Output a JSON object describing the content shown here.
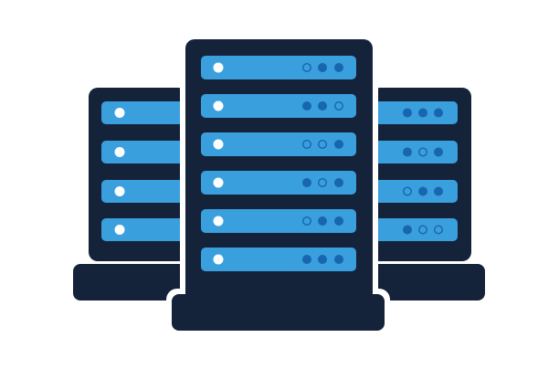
{
  "illustration": {
    "icon": "server-rack-icon",
    "colors": {
      "cabinet": "#14223a",
      "slot": "#3a9fdd",
      "dot": "#1865b0",
      "led_on": "#ffffff",
      "background": "#ffffff"
    },
    "racks": [
      {
        "name": "left-server-rack",
        "slots": [
          {
            "led": true,
            "dots": []
          },
          {
            "led": true,
            "dots": []
          },
          {
            "led": true,
            "dots": []
          },
          {
            "led": true,
            "dots": []
          }
        ]
      },
      {
        "name": "center-server-rack",
        "slots": [
          {
            "led": true,
            "dots": [
              "outline",
              "filled",
              "filled"
            ]
          },
          {
            "led": true,
            "dots": [
              "filled",
              "filled",
              "outline"
            ]
          },
          {
            "led": true,
            "dots": [
              "outline",
              "outline",
              "filled"
            ]
          },
          {
            "led": true,
            "dots": [
              "filled",
              "outline",
              "filled"
            ]
          },
          {
            "led": true,
            "dots": [
              "outline",
              "filled",
              "filled"
            ]
          },
          {
            "led": true,
            "dots": [
              "filled",
              "filled",
              "filled"
            ]
          }
        ]
      },
      {
        "name": "right-server-rack",
        "slots": [
          {
            "led": false,
            "dots": [
              "filled",
              "filled",
              "filled"
            ]
          },
          {
            "led": false,
            "dots": [
              "filled",
              "outline",
              "filled"
            ]
          },
          {
            "led": false,
            "dots": [
              "outline",
              "filled",
              "filled"
            ]
          },
          {
            "led": false,
            "dots": [
              "filled",
              "outline",
              "outline"
            ]
          }
        ]
      }
    ]
  }
}
